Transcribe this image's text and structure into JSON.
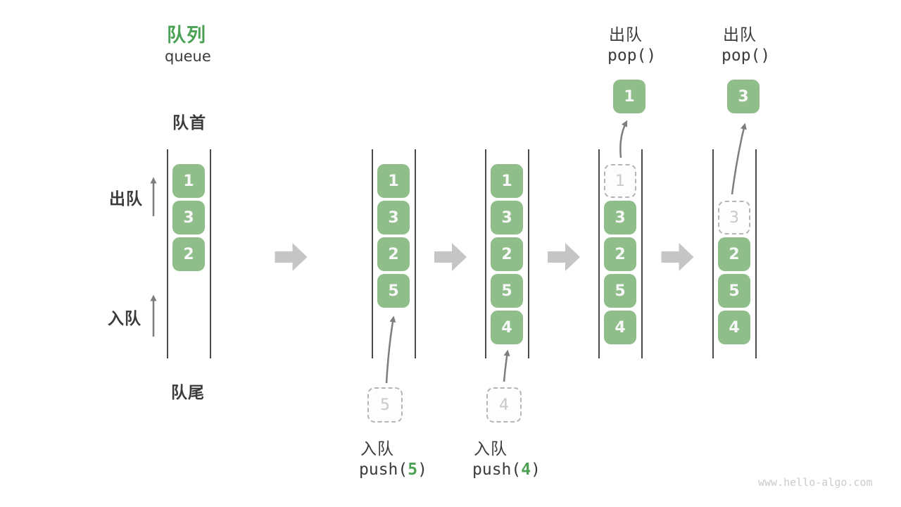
{
  "page": {
    "watermark": "www.hello-algo.com"
  },
  "header": {
    "title_zh": "队列",
    "title_en": "queue"
  },
  "side_labels": {
    "front": "队首",
    "rear": "队尾",
    "dequeue": "出队",
    "enqueue": "入队"
  },
  "colors": {
    "accent_green": "#4CA254",
    "box_green": "#8FBE8A",
    "box_text": "#F8F8F8",
    "dark_text": "#3B3B3B",
    "thin_arrow_gray": "#7D7D7D",
    "block_arrow_gray": "#C5C5C5",
    "ghost_border": "#B5B5B5",
    "ghost_text": "#C8C8C8",
    "rail_gray": "#4A4A4A",
    "watermark_gray": "#CBCBCB"
  },
  "diagram": {
    "states": [
      {
        "name": "state-initial",
        "boxes": [
          {
            "slot": 0,
            "value": "1"
          },
          {
            "slot": 1,
            "value": "3"
          },
          {
            "slot": 2,
            "value": "2"
          }
        ]
      },
      {
        "name": "state-after-push-5",
        "boxes": [
          {
            "slot": 0,
            "value": "1"
          },
          {
            "slot": 1,
            "value": "3"
          },
          {
            "slot": 2,
            "value": "2"
          },
          {
            "slot": 3,
            "value": "5"
          }
        ],
        "incoming": {
          "value": "5"
        },
        "op": {
          "position": "bottom",
          "label": "入队",
          "code": [
            {
              "text": "push(",
              "accent": false
            },
            {
              "text": "5",
              "accent": true
            },
            {
              "text": ")",
              "accent": false
            }
          ]
        }
      },
      {
        "name": "state-after-push-4",
        "boxes": [
          {
            "slot": 0,
            "value": "1"
          },
          {
            "slot": 1,
            "value": "3"
          },
          {
            "slot": 2,
            "value": "2"
          },
          {
            "slot": 3,
            "value": "5"
          },
          {
            "slot": 4,
            "value": "4"
          }
        ],
        "incoming": {
          "value": "4"
        },
        "op": {
          "position": "bottom",
          "label": "入队",
          "code": [
            {
              "text": "push(",
              "accent": false
            },
            {
              "text": "4",
              "accent": true
            },
            {
              "text": ")",
              "accent": false
            }
          ]
        }
      },
      {
        "name": "state-after-pop-1",
        "ghost": {
          "slot": 0,
          "value": "1"
        },
        "boxes": [
          {
            "slot": 1,
            "value": "3"
          },
          {
            "slot": 2,
            "value": "2"
          },
          {
            "slot": 3,
            "value": "5"
          },
          {
            "slot": 4,
            "value": "4"
          }
        ],
        "popped": {
          "value": "1"
        },
        "op": {
          "position": "top",
          "label": "出队",
          "code": [
            {
              "text": "pop()",
              "accent": false
            }
          ]
        }
      },
      {
        "name": "state-after-pop-3",
        "ghost": {
          "slot": 1,
          "value": "3"
        },
        "boxes": [
          {
            "slot": 2,
            "value": "2"
          },
          {
            "slot": 3,
            "value": "5"
          },
          {
            "slot": 4,
            "value": "4"
          }
        ],
        "popped": {
          "value": "3"
        },
        "op": {
          "position": "top",
          "label": "出队",
          "code": [
            {
              "text": "pop()",
              "accent": false
            }
          ]
        }
      }
    ]
  }
}
